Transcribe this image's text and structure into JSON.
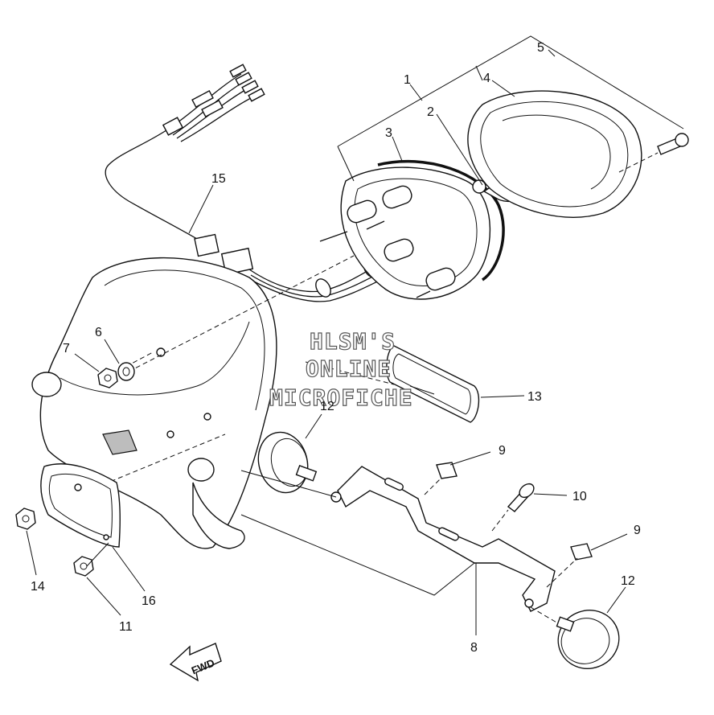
{
  "watermark": {
    "line1": "HLSM'S",
    "line2": "ONLINE",
    "line3": "MICROFICHE"
  },
  "direction_label": "FWD",
  "callouts": {
    "c1": "1",
    "c2": "2",
    "c3": "3",
    "c4": "4",
    "c5": "5",
    "c6": "6",
    "c7": "7",
    "c8": "8",
    "c9a": "9",
    "c9b": "9",
    "c10": "10",
    "c11": "11",
    "c12a": "12",
    "c12b": "12",
    "c13": "13",
    "c14": "14",
    "c15": "15",
    "c16": "16"
  }
}
